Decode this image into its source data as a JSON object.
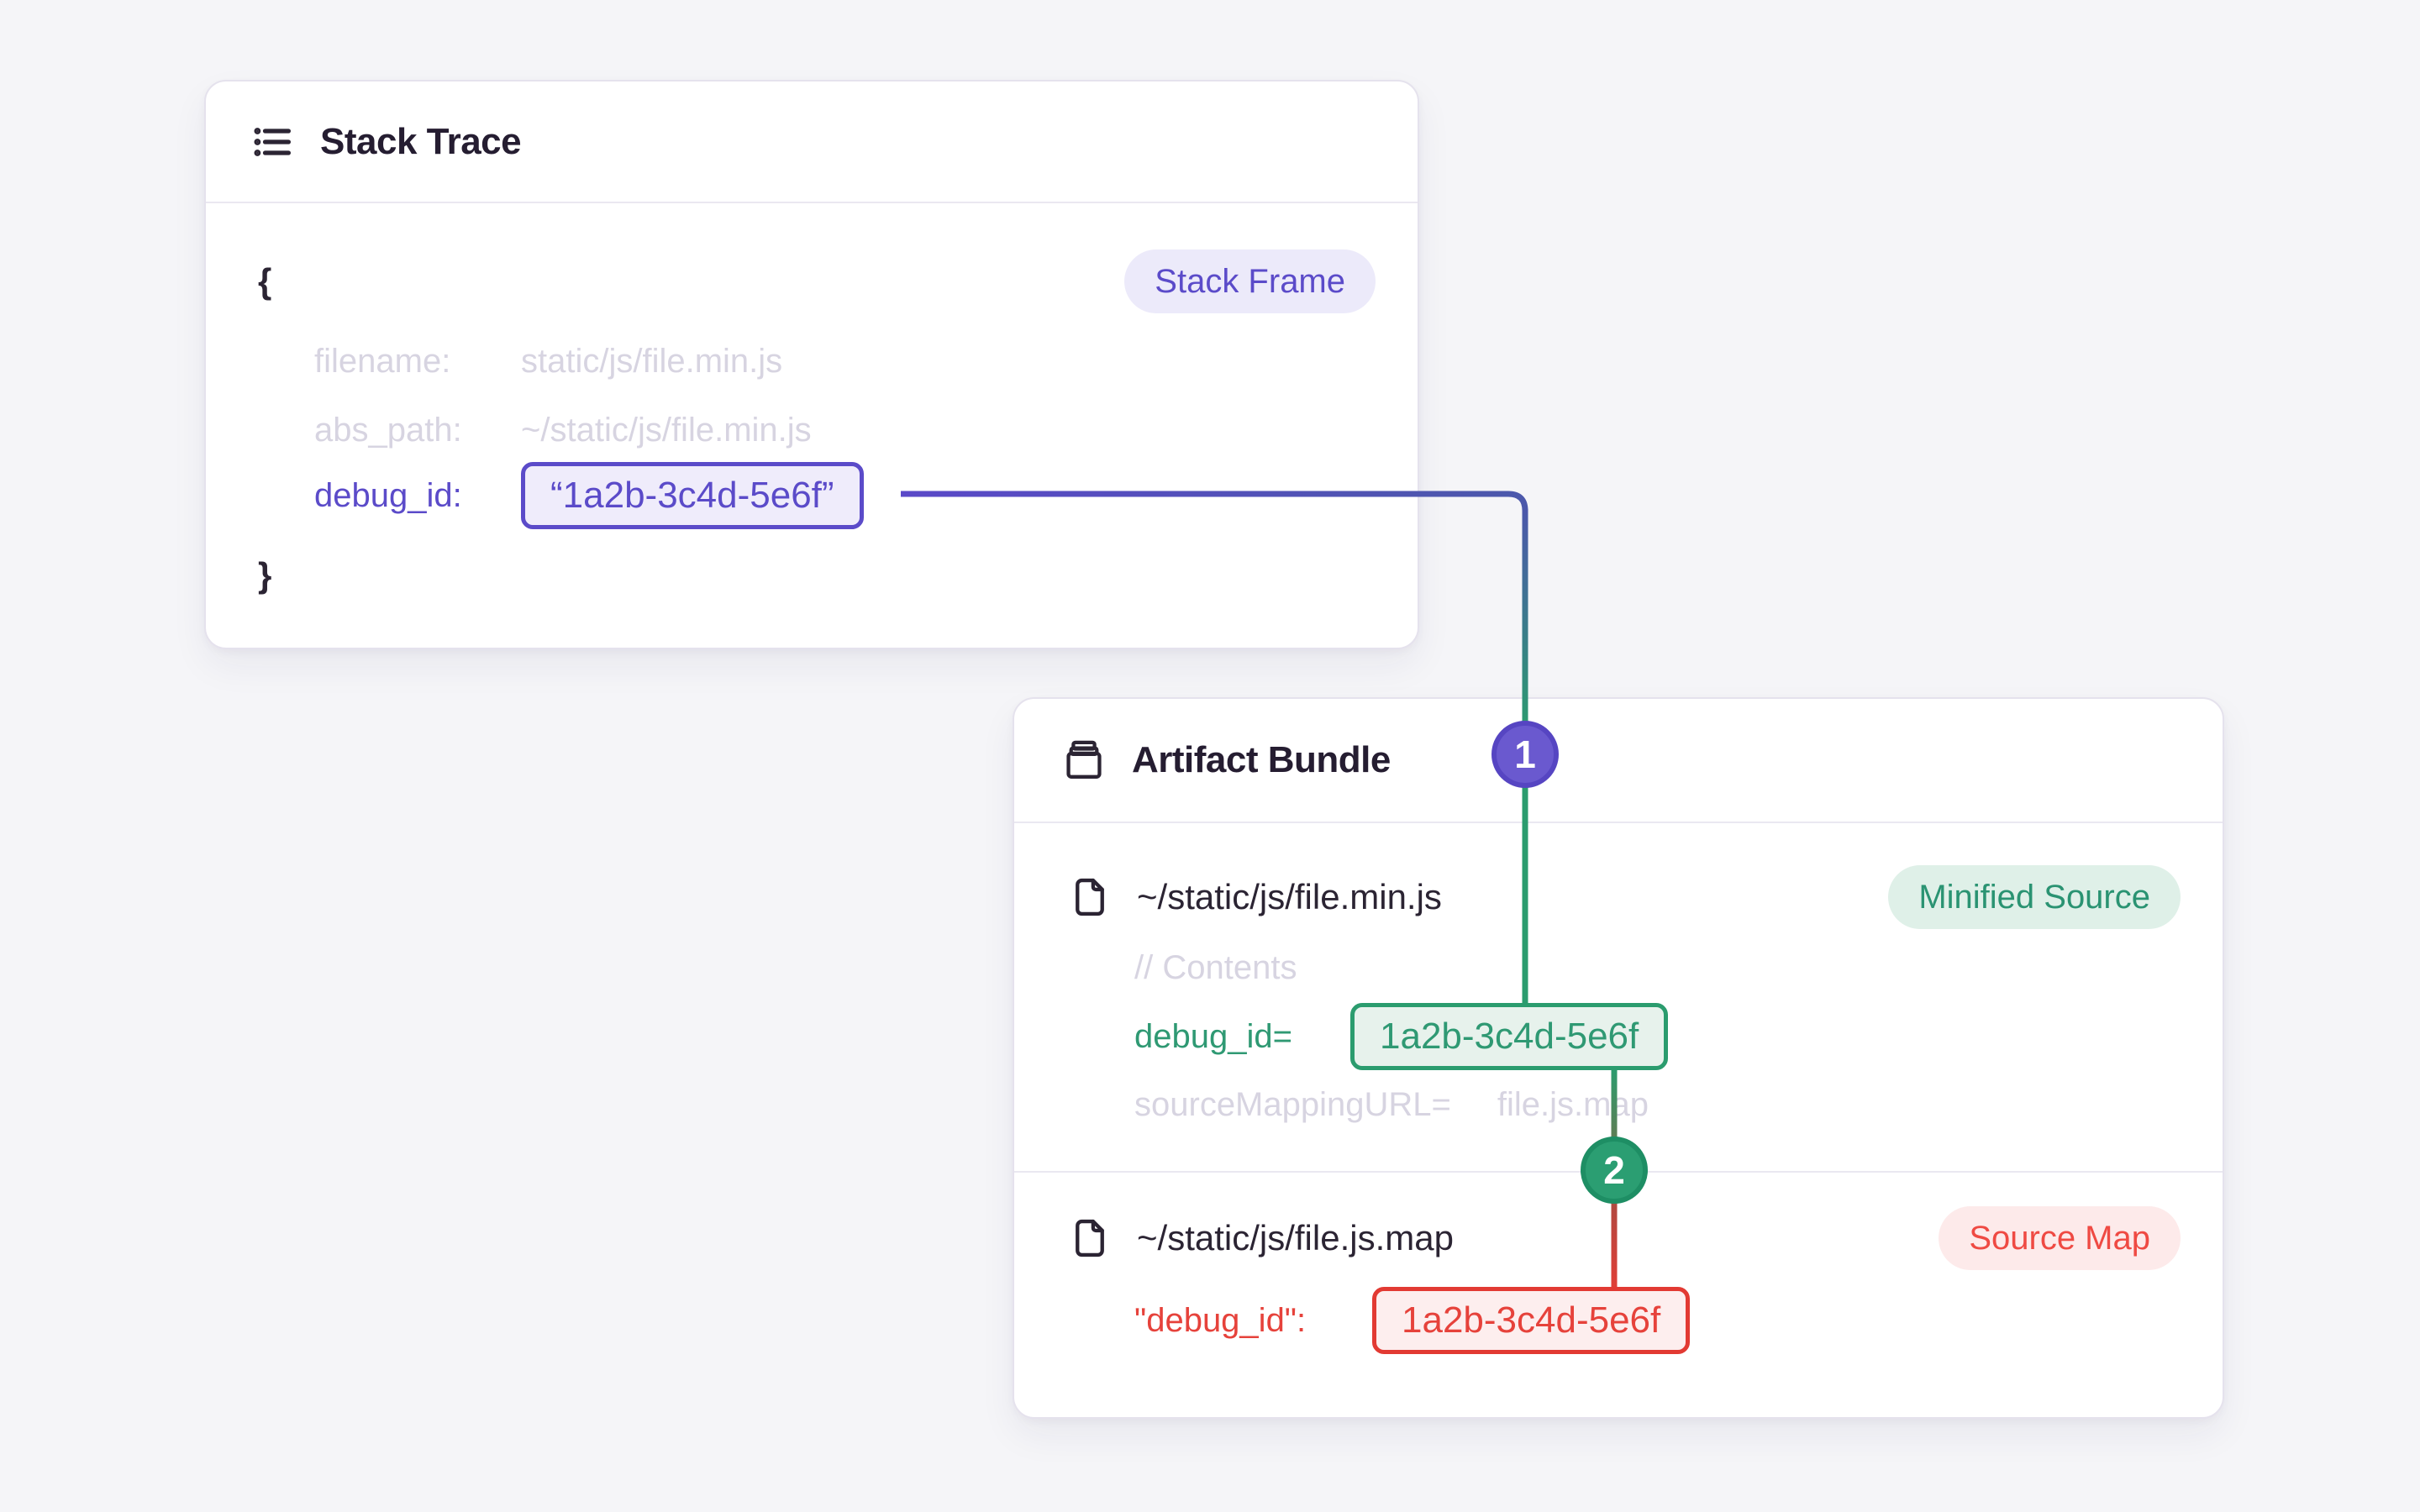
{
  "stack_trace": {
    "title": "Stack Trace",
    "badge": "Stack Frame",
    "brace_open": "{",
    "brace_close": "}",
    "fields": [
      {
        "label": "filename:",
        "value": "static/js/file.min.js"
      },
      {
        "label": "abs_path:",
        "value": "~/static/js/file.min.js"
      },
      {
        "label": "debug_id:",
        "value": "“1a2b-3c4d-5e6f”"
      }
    ]
  },
  "artifact_bundle": {
    "title": "Artifact Bundle",
    "minified_file": {
      "name": "~/static/js/file.min.js",
      "badge": "Minified Source",
      "comment": "// Contents",
      "debug_label": "debug_id=",
      "debug_value": "1a2b-3c4d-5e6f",
      "mapping_label": "sourceMappingURL=",
      "mapping_value": "file.js.map"
    },
    "sourcemap_file": {
      "name": "~/static/js/file.js.map",
      "badge": "Source Map",
      "debug_label": "\"debug_id\":",
      "debug_value": "1a2b-3c4d-5e6f"
    }
  },
  "markers": {
    "step1": "1",
    "step2": "2"
  },
  "colors": {
    "page_bg": "#f5f5f8",
    "purple": "#5b4bc9",
    "green": "#2b9c6e",
    "red": "#e2403a",
    "muted_text": "#d7d4e1",
    "dark_text": "#2b2433"
  }
}
